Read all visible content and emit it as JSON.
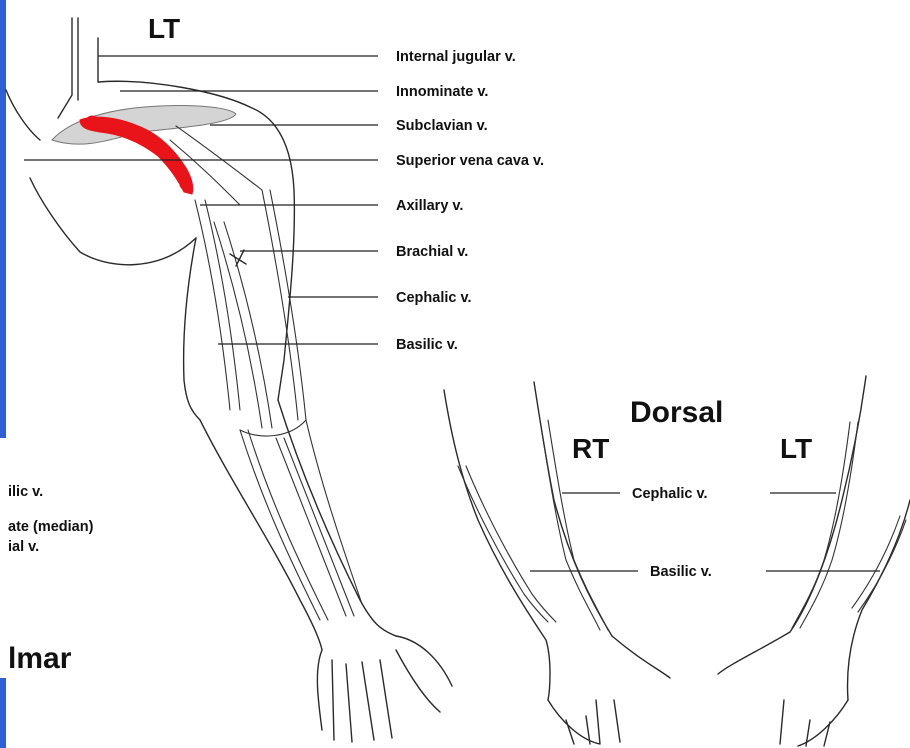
{
  "colors": {
    "edge_bar": "#2f5fd0",
    "thrombus": "#e8141a",
    "ink": "#111111",
    "clavicle": "#d4d4d4"
  },
  "icons": [
    "thrombus-marker",
    "clavicle-shape"
  ],
  "main_arm": {
    "side": "LT",
    "labels": [
      "Internal jugular v.",
      "Innominate v.",
      "Subclavian v.",
      "Superior vena cava v.",
      "Axillary v.",
      "Brachial v.",
      "Cephalic v.",
      "Basilic v."
    ]
  },
  "dorsal_view": {
    "title": "Dorsal",
    "right_side": "RT",
    "left_side": "LT",
    "labels": [
      "Cephalic v.",
      "Basilic v."
    ]
  },
  "palmar_view": {
    "title": "lmar",
    "labels": [
      "ilic v.",
      "ate (median)",
      "ial v."
    ]
  }
}
